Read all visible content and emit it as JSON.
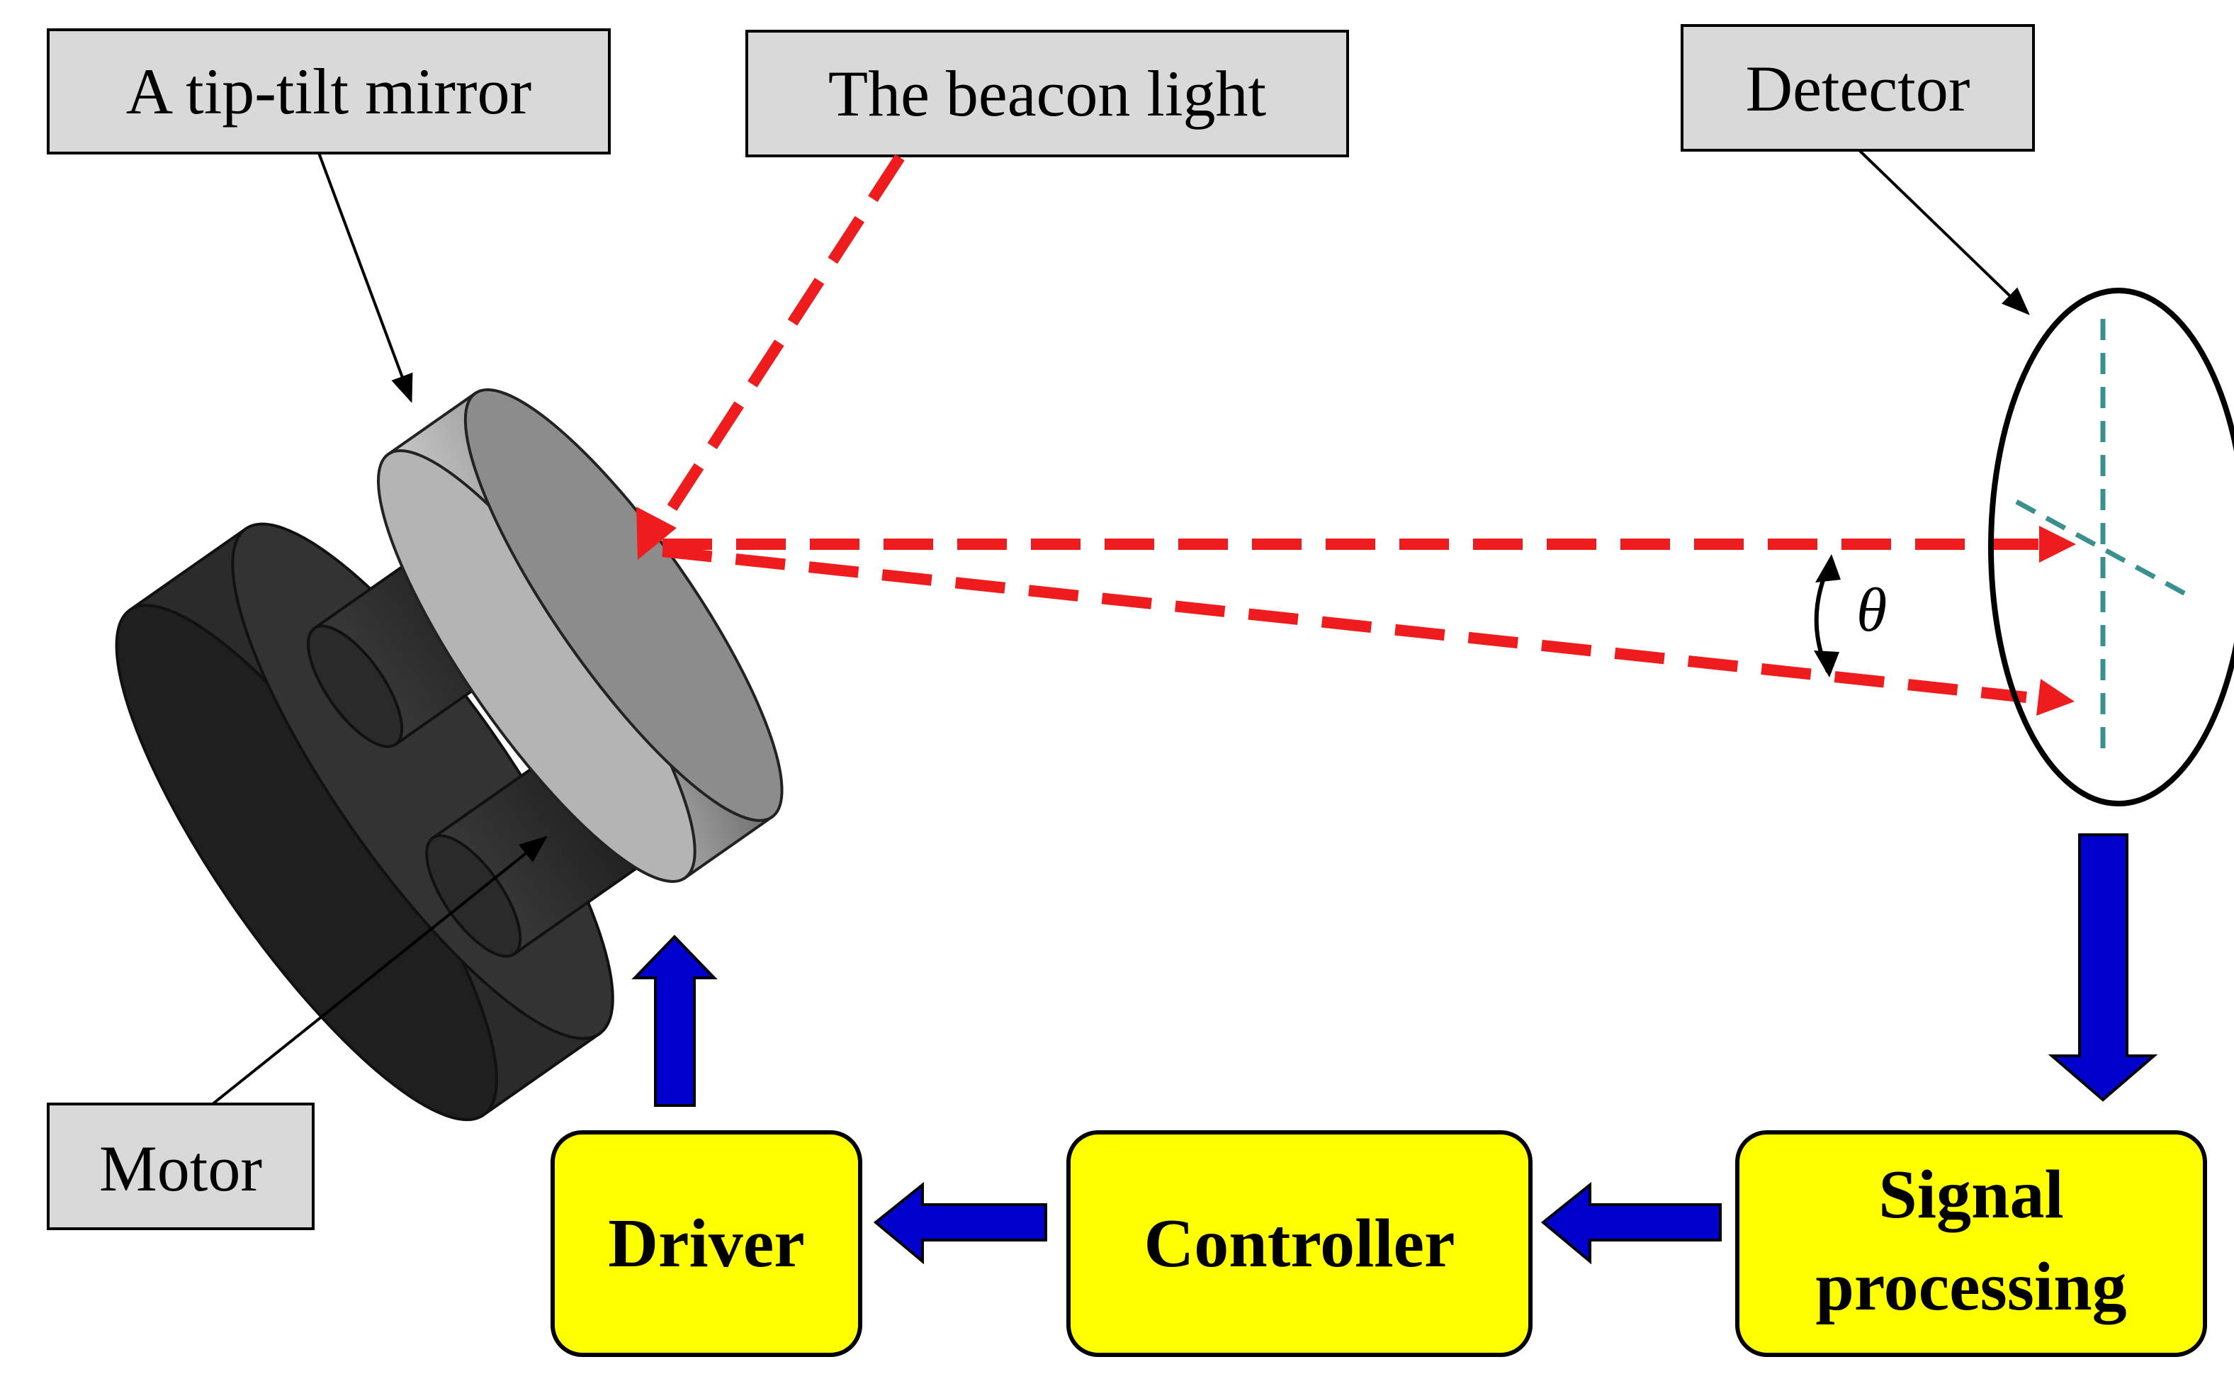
{
  "callouts": {
    "mirror_label": "A tip-tilt mirror",
    "beacon_label": "The beacon light",
    "detector_label": "Detector",
    "motor_label": "Motor"
  },
  "blocks": {
    "driver": "Driver",
    "controller": "Controller",
    "signal_line1": "Signal",
    "signal_line2": "processing"
  },
  "angle_symbol": "θ",
  "colors": {
    "beam": "#ee1c1c",
    "flow_arrow": "#0000cc",
    "block_fill": "#ffff00",
    "callout_fill": "#d9d9d9",
    "crosshair": "#3a8f8f",
    "motor_base": "#2a2a2a",
    "mirror_disk": "#a8a8a8"
  }
}
